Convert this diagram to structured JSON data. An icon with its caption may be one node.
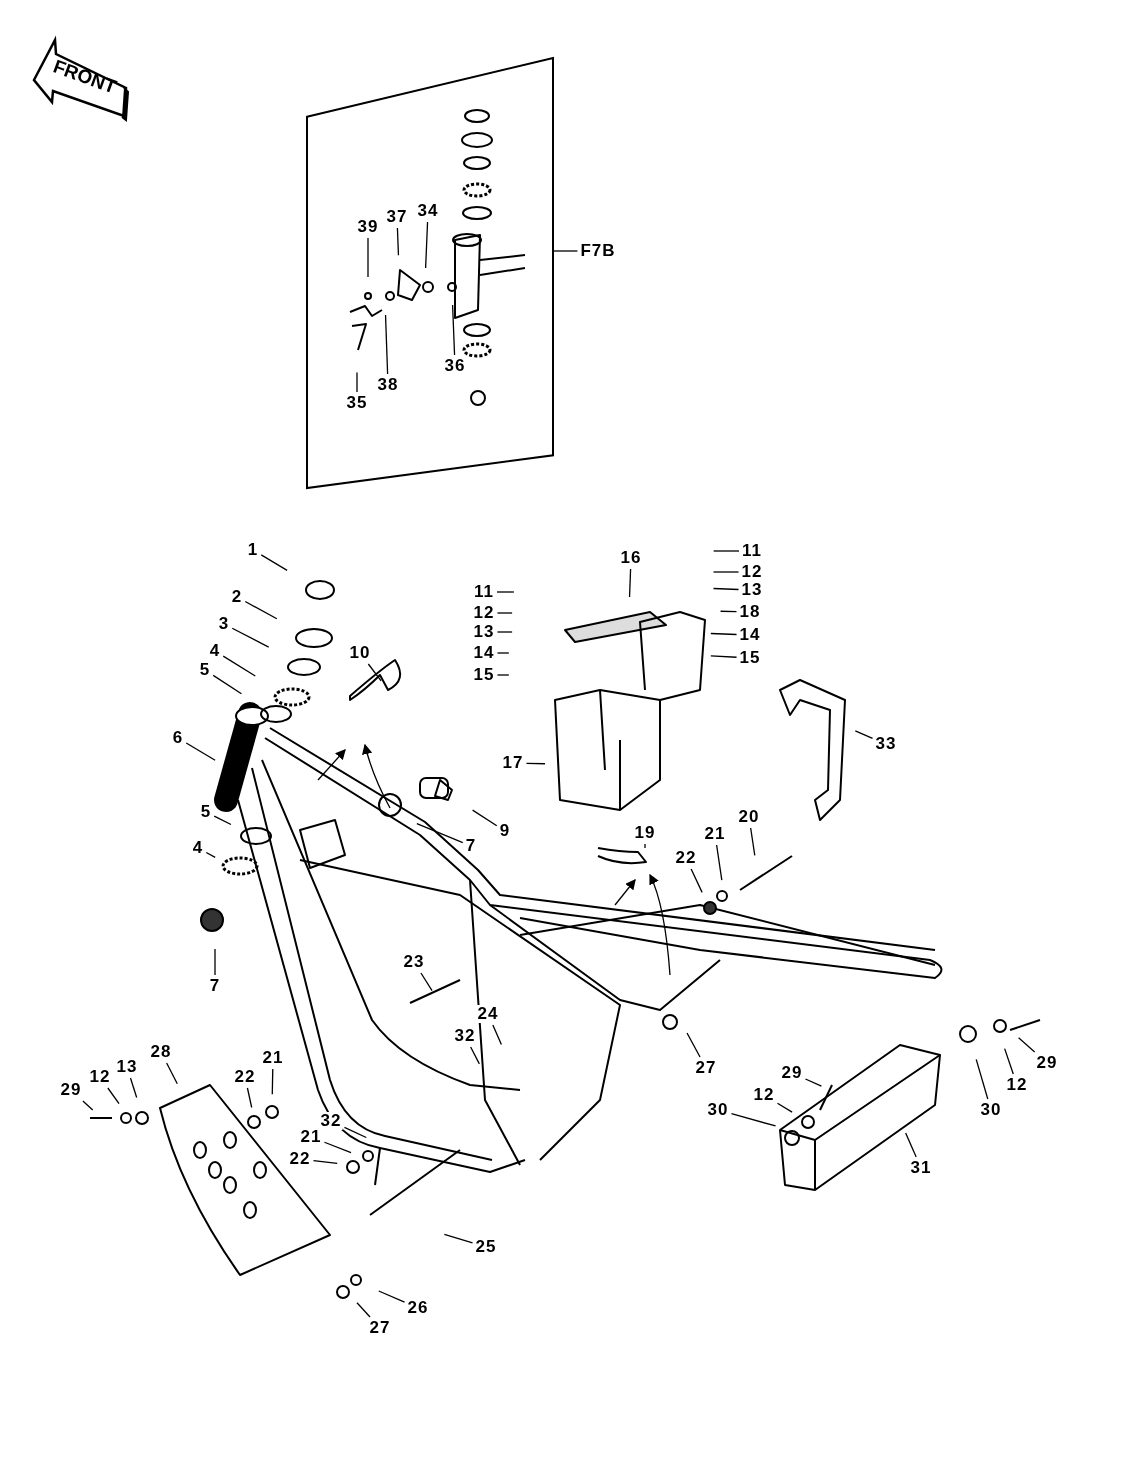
{
  "diagram": {
    "nodes": [
      {
        "text": [],
        "shape": "box"
      },
      {
        "text": [
          "39"
        ],
        "in": 0
      },
      {
        "text": [
          "37"
        ],
        "in": 0
      },
      {
        "text": [
          "34"
        ],
        "in": 0
      },
      {
        "text": [
          "36"
        ],
        "in": 0
      },
      {
        "text": [
          "35"
        ],
        "in": 0
      },
      {
        "text": [
          "38"
        ],
        "in": 0
      },
      {
        "text": [
          "F7B"
        ]
      },
      {
        "text": [
          "1"
        ]
      },
      {
        "text": [
          "2"
        ]
      },
      {
        "text": [
          "3"
        ]
      },
      {
        "text": [
          "4"
        ]
      },
      {
        "text": [
          "5"
        ]
      },
      {
        "text": [
          "6"
        ]
      },
      {
        "text": [
          "10"
        ]
      },
      {
        "text": [
          "16"
        ]
      },
      {
        "text": [
          "11"
        ]
      },
      {
        "text": [
          "11"
        ]
      },
      {
        "text": [
          "12"
        ]
      },
      {
        "text": [
          "12"
        ]
      },
      {
        "text": [
          "13"
        ]
      },
      {
        "text": [
          "13"
        ]
      },
      {
        "text": [
          "18"
        ]
      },
      {
        "text": [
          "14"
        ]
      },
      {
        "text": [
          "14"
        ]
      },
      {
        "text": [
          "15"
        ]
      },
      {
        "text": [
          "15"
        ]
      },
      {
        "text": [
          "17"
        ]
      },
      {
        "text": [
          "33"
        ]
      },
      {
        "text": [
          "7"
        ]
      },
      {
        "text": [
          "9"
        ]
      },
      {
        "text": [
          "5"
        ]
      },
      {
        "text": [
          "4"
        ]
      },
      {
        "text": [
          "19"
        ]
      },
      {
        "text": [
          "20"
        ]
      },
      {
        "text": [
          "21"
        ]
      },
      {
        "text": [
          "22"
        ]
      },
      {
        "text": [
          "7"
        ]
      },
      {
        "text": [
          "23"
        ]
      },
      {
        "text": [
          "24"
        ]
      },
      {
        "text": [
          "32"
        ]
      },
      {
        "text": [
          "27"
        ]
      },
      {
        "text": [
          "28"
        ]
      },
      {
        "text": [
          "29"
        ]
      },
      {
        "text": [
          "29"
        ]
      },
      {
        "text": [
          "12"
        ]
      },
      {
        "text": [
          "13"
        ]
      },
      {
        "text": [
          "22"
        ]
      },
      {
        "text": [
          "21"
        ]
      },
      {
        "text": [
          "29"
        ]
      },
      {
        "text": [
          "12"
        ]
      },
      {
        "text": [
          "30"
        ]
      },
      {
        "text": [
          "12"
        ]
      },
      {
        "text": [
          "30"
        ]
      },
      {
        "text": [
          "31"
        ]
      },
      {
        "text": [
          "32"
        ]
      },
      {
        "text": [
          "21"
        ]
      },
      {
        "text": [
          "22"
        ]
      },
      {
        "text": [
          "25"
        ]
      },
      {
        "text": [
          "26"
        ]
      },
      {
        "text": [
          "27"
        ]
      }
    ],
    "edges": [
      {
        "from": 1,
        "to": null,
        "arrow": "none"
      },
      {
        "from": 2,
        "to": null,
        "arrow": "none"
      },
      {
        "from": 3,
        "to": null,
        "arrow": "none"
      },
      {
        "from": 4,
        "to": null,
        "arrow": "none"
      },
      {
        "from": 5,
        "to": null,
        "arrow": "none"
      },
      {
        "from": 6,
        "to": null,
        "arrow": "none"
      },
      {
        "from": 7,
        "to": 0,
        "arrow": "none"
      },
      {
        "from": 8,
        "to": null,
        "arrow": "none"
      },
      {
        "from": 9,
        "to": null,
        "arrow": "none"
      },
      {
        "from": 10,
        "to": null,
        "arrow": "none"
      },
      {
        "from": 11,
        "to": null,
        "arrow": "none"
      },
      {
        "from": 12,
        "to": null,
        "arrow": "none"
      },
      {
        "from": 13,
        "to": null,
        "arrow": "none"
      },
      {
        "from": 14,
        "to": null,
        "arrow": "none"
      },
      {
        "from": 15,
        "to": null,
        "arrow": "none"
      },
      {
        "from": 16,
        "to": null,
        "arrow": "none"
      },
      {
        "from": 17,
        "to": null,
        "arrow": "none"
      },
      {
        "from": 18,
        "to": null,
        "arrow": "none"
      },
      {
        "from": 19,
        "to": null,
        "arrow": "none"
      },
      {
        "from": 20,
        "to": null,
        "arrow": "none"
      },
      {
        "from": 21,
        "to": null,
        "arrow": "none"
      },
      {
        "from": 22,
        "to": null,
        "arrow": "none"
      },
      {
        "from": 23,
        "to": null,
        "arrow": "none"
      },
      {
        "from": 24,
        "to": null,
        "arrow": "none"
      },
      {
        "from": 25,
        "to": null,
        "arrow": "none"
      },
      {
        "from": 26,
        "to": null,
        "arrow": "none"
      },
      {
        "from": 27,
        "to": null,
        "arrow": "none"
      },
      {
        "from": 28,
        "to": null,
        "arrow": "none"
      },
      {
        "from": 29,
        "to": null,
        "arrow": "none"
      },
      {
        "from": 30,
        "to": null,
        "arrow": "none"
      },
      {
        "from": 31,
        "to": null,
        "arrow": "none"
      },
      {
        "from": 32,
        "to": null,
        "arrow": "none"
      },
      {
        "from": 33,
        "to": null,
        "arrow": "none"
      },
      {
        "from": 34,
        "to": null,
        "arrow": "none"
      },
      {
        "from": 35,
        "to": null,
        "arrow": "none"
      },
      {
        "from": 36,
        "to": null,
        "arrow": "none"
      },
      {
        "from": 37,
        "to": null,
        "arrow": "none"
      },
      {
        "from": 38,
        "to": null,
        "arrow": "none"
      },
      {
        "from": 39,
        "to": null,
        "arrow": "none"
      },
      {
        "from": 40,
        "to": null,
        "arrow": "none"
      },
      {
        "from": 41,
        "to": null,
        "arrow": "none"
      },
      {
        "from": 42,
        "to": null,
        "arrow": "none"
      },
      {
        "from": 43,
        "to": null,
        "arrow": "none"
      },
      {
        "from": 44,
        "to": null,
        "arrow": "none"
      },
      {
        "from": 45,
        "to": null,
        "arrow": "none"
      },
      {
        "from": 46,
        "to": null,
        "arrow": "none"
      },
      {
        "from": 47,
        "to": null,
        "arrow": "none"
      },
      {
        "from": 48,
        "to": null,
        "arrow": "none"
      },
      {
        "from": 49,
        "to": null,
        "arrow": "none"
      },
      {
        "from": 50,
        "to": null,
        "arrow": "none"
      },
      {
        "from": 51,
        "to": null,
        "arrow": "none"
      },
      {
        "from": 52,
        "to": null,
        "arrow": "none"
      },
      {
        "from": 53,
        "to": null,
        "arrow": "none"
      },
      {
        "from": 54,
        "to": null,
        "arrow": "none"
      },
      {
        "from": 55,
        "to": null,
        "arrow": "none"
      },
      {
        "from": 56,
        "to": null,
        "arrow": "none"
      },
      {
        "from": 57,
        "to": null,
        "arrow": "none"
      },
      {
        "from": 58,
        "to": null,
        "arrow": "none"
      },
      {
        "from": 59,
        "to": null,
        "arrow": "none"
      },
      {
        "from": 60,
        "to": null,
        "arrow": "none"
      }
    ],
    "labels": [
      "FRONT"
    ]
  }
}
